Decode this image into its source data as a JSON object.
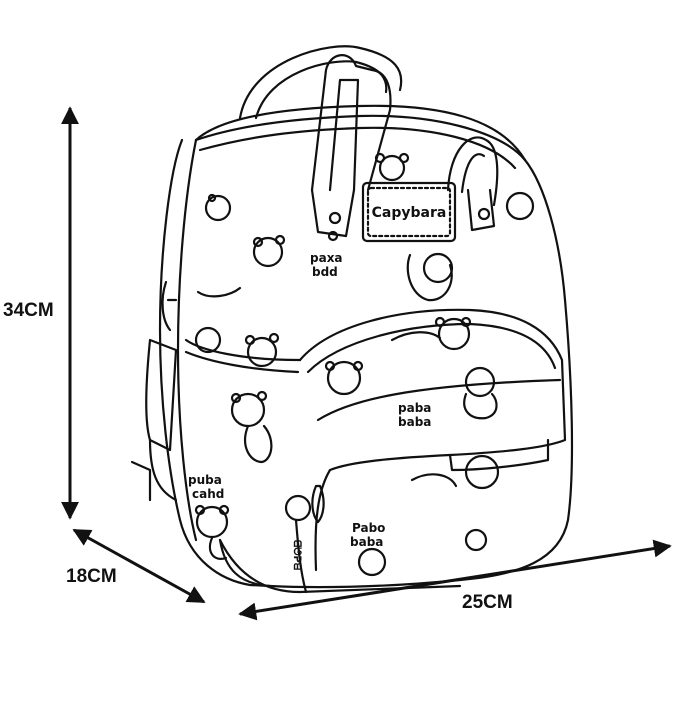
{
  "image": {
    "subject": "backpack",
    "style": "black-and-white line drawing"
  },
  "dimensions": {
    "height_label": "34CM",
    "depth_label": "18CM",
    "width_label": "25CM"
  },
  "bag": {
    "tag_text": "Capybara",
    "print_texts": [
      "paxa",
      "bdd",
      "paba",
      "baba",
      "puba",
      "cahd",
      "Pabo",
      "baba",
      "ᗺᘎᕈᗺ"
    ]
  },
  "colors": {
    "ink": "#111111",
    "paper": "#ffffff"
  }
}
